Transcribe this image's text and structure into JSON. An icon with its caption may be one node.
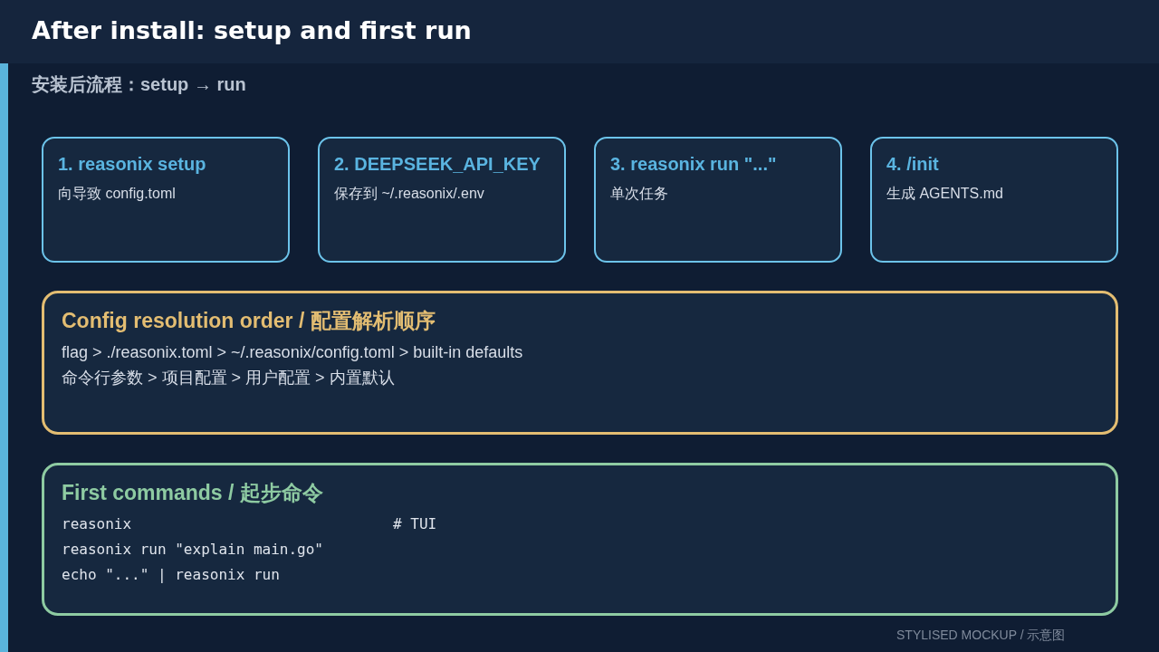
{
  "diagram": {
    "title": "After install: setup and first run",
    "nodes": [
      {
        "text": [
          "1. reasonix setup",
          "向导致 config.toml"
        ]
      },
      {
        "text": [
          "2. DEEPSEEK_API_KEY",
          "保存到 ~/.reasonix/.env"
        ]
      },
      {
        "text": [
          "3. reasonix run \"...\"",
          "单次任务"
        ]
      },
      {
        "text": [
          "4. /init",
          "生成 AGENTS.md"
        ]
      },
      {
        "text": [
          "Config resolution order / 配置解析顺序",
          "flag > ./reasonix.toml > ~/.reasonix/config.toml > built-in defaults",
          "命令行参数 > 项目配置 > 用户配置 > 内置默认"
        ]
      },
      {
        "text": [
          "First commands / 起步命令",
          "reasonix",
          "# TUI",
          "reasonix run \"explain main.go\"",
          "echo \"...\" | reasonix run"
        ]
      }
    ],
    "labels": [
      "安装后流程：setup → run",
      "STYLISED MOCKUP / 示意图"
    ]
  }
}
